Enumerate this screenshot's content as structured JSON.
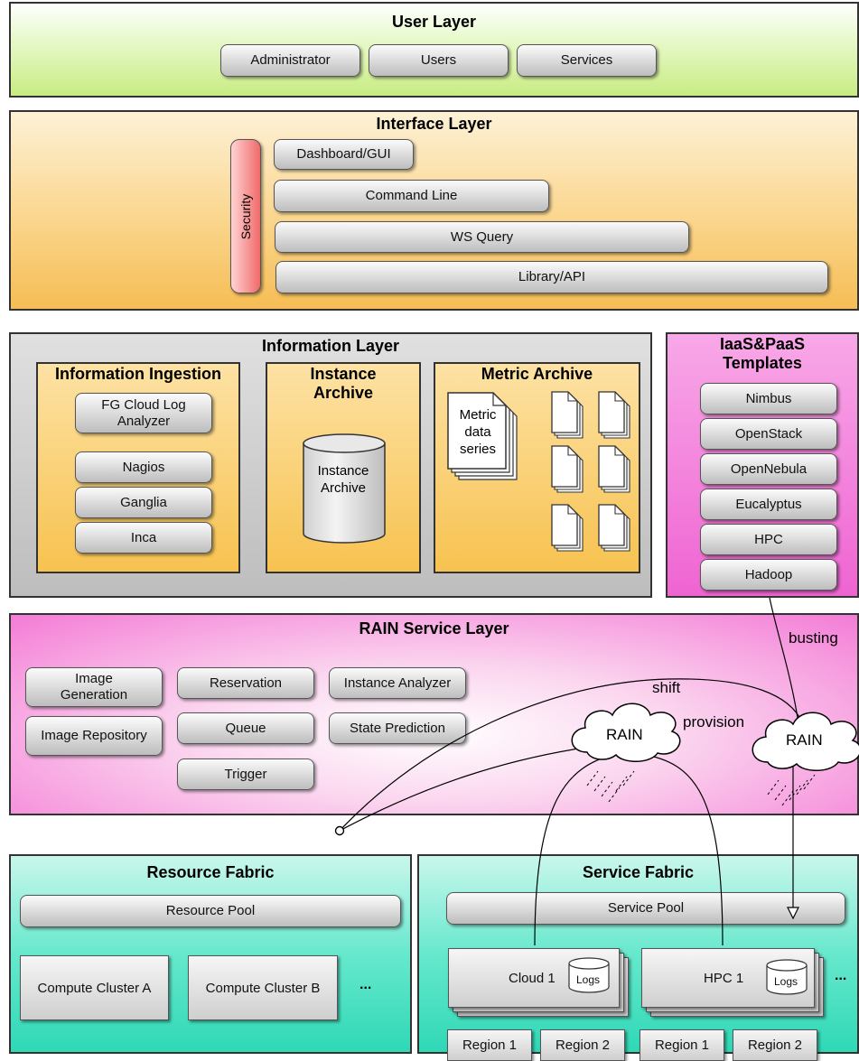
{
  "user_layer": {
    "title": "User Layer",
    "items": [
      "Administrator",
      "Users",
      "Services"
    ]
  },
  "interface_layer": {
    "title": "Interface Layer",
    "security": "Security",
    "items": [
      "Dashboard/GUI",
      "Command Line",
      "WS Query",
      "Library/API"
    ]
  },
  "information_layer": {
    "title": "Information Layer",
    "ingestion": {
      "title": "Information Ingestion",
      "items": [
        "FG Cloud Log Analyzer",
        "Nagios",
        "Ganglia",
        "Inca"
      ]
    },
    "instance_archive": {
      "title_line1": "Instance",
      "title_line2": "Archive",
      "db_line1": "Instance",
      "db_line2": "Archive"
    },
    "metric_archive": {
      "title": "Metric Archive",
      "doc_line1": "Metric",
      "doc_line2": "data",
      "doc_line3": "series"
    }
  },
  "templates": {
    "title_line1": "IaaS&PaaS",
    "title_line2": "Templates",
    "items": [
      "Nimbus",
      "OpenStack",
      "OpenNebula",
      "Eucalyptus",
      "HPC",
      "Hadoop"
    ]
  },
  "rain_layer": {
    "title": "RAIN Service Layer",
    "items": [
      "Image Generation",
      "Image Repository",
      "Reservation",
      "Queue",
      "Trigger",
      "Instance Analyzer",
      "State Prediction"
    ],
    "cloud_label": "RAIN",
    "cloud2_label": "RAIN",
    "shift": "shift",
    "provision": "provision",
    "busting": "busting"
  },
  "resource_fabric": {
    "title": "Resource Fabric",
    "pool": "Resource Pool",
    "cluster_a": "Compute Cluster A",
    "cluster_b": "Compute Cluster B",
    "ellipsis": "..."
  },
  "service_fabric": {
    "title": "Service Fabric",
    "pool": "Service Pool",
    "cloud1": "Cloud 1",
    "hpc1": "HPC 1",
    "logs": "Logs",
    "regions": [
      "Region 1",
      "Region 2",
      "Region 1",
      "Region 2"
    ],
    "ellipsis": "..."
  },
  "colors": {
    "user": "#d8f2a0",
    "interface": "#f9c878",
    "information": "#c8c8c8",
    "templates": "#f070d8",
    "rain": "#f48ad8",
    "fabric": "#3ee0c0"
  }
}
